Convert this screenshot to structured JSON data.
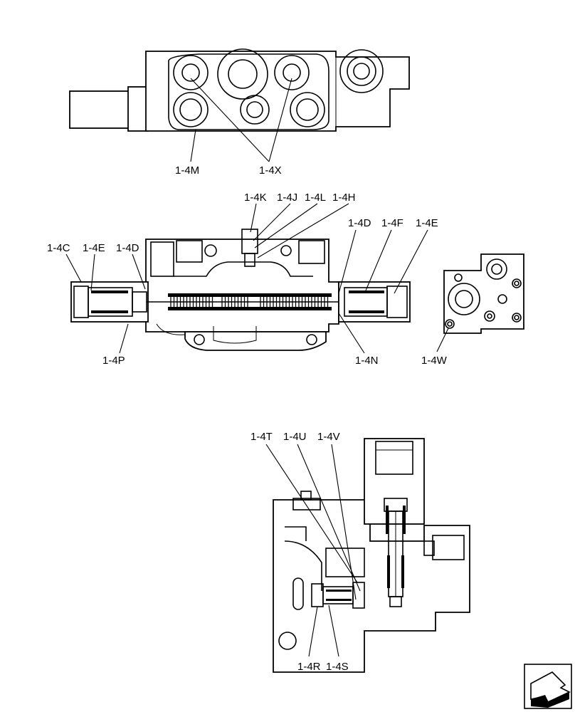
{
  "views": {
    "top": {
      "labels": [
        "1-4M",
        "1-4X"
      ]
    },
    "section": {
      "labels": [
        "1-4K",
        "1-4J",
        "1-4L",
        "1-4H",
        "1-4D",
        "1-4F",
        "1-4E",
        "1-4C",
        "1-4E",
        "1-4D",
        "1-4P",
        "1-4N"
      ]
    },
    "end_plate": {
      "labels": [
        "1-4W"
      ]
    },
    "detail": {
      "labels": [
        "1-4T",
        "1-4U",
        "1-4V",
        "1-4R",
        "1-4S"
      ]
    }
  },
  "icons": {
    "nav_corner": "next-page-arrow-icon"
  }
}
